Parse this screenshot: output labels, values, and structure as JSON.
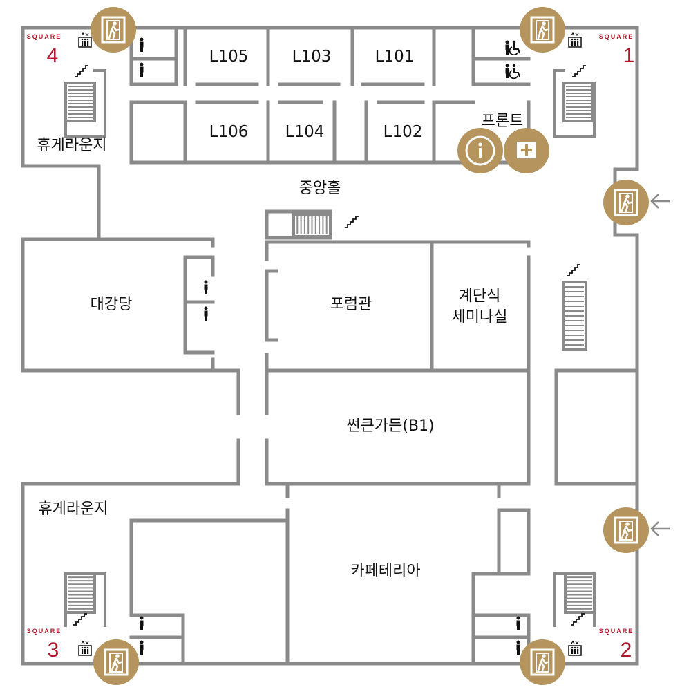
{
  "colors": {
    "wall": "#8a8a8a",
    "badge": "#b5945d",
    "square": "#b0192c",
    "text": "#111111"
  },
  "squares": [
    {
      "word": "SQUARE",
      "number": "4"
    },
    {
      "word": "SQUARE",
      "number": "1"
    },
    {
      "word": "SQUARE",
      "number": "3"
    },
    {
      "word": "SQUARE",
      "number": "2"
    }
  ],
  "rooms": {
    "l105": "L105",
    "l103": "L103",
    "l101": "L101",
    "l106": "L106",
    "l104": "L104",
    "l102": "L102",
    "front": "프론트",
    "lounge_top": "휴게라운지",
    "central_hall": "중앙홀",
    "auditorium": "대강당",
    "forum": "포럼관",
    "seminar_line1": "계단식",
    "seminar_line2": "세미나실",
    "sunken_garden": "썬큰가든(B1)",
    "lounge_bottom": "휴게라운지",
    "cafeteria": "카페테리아"
  },
  "icons": {
    "exit": "emergency-exit-icon",
    "info": "information-icon",
    "first_aid": "first-aid-icon",
    "elevator": "elevator-icon",
    "stairs": "stairs-icon",
    "restroom": "restroom-person-icon",
    "wheelchair": "wheelchair-icon",
    "arrow": "entrance-arrow-icon"
  }
}
